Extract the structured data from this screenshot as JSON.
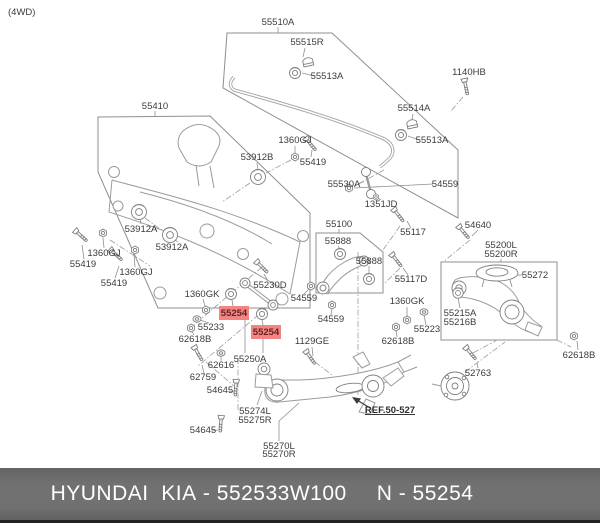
{
  "variant_note": "(4WD)",
  "highlighted_part": "55254",
  "colors": {
    "highlight_bg": "#f28484",
    "highlight_text": "#69211f",
    "diagram_line": "#9b9b9b",
    "box_line": "#8f8f8f",
    "label_text": "#3b3b3b",
    "footer_bg": "#6c6c6c",
    "footer_text": "#ffffff"
  },
  "footer": {
    "brand": "HYUNDAI  KIA",
    "separator": " - ",
    "part_number": "552533W100",
    "ref": "N - 55254"
  },
  "diagram": {
    "labels": [
      {
        "text": "(4WD)"
      },
      {
        "text": "55510A"
      },
      {
        "text": "55515R"
      },
      {
        "text": "55513A"
      },
      {
        "text": "1140HB"
      },
      {
        "text": "55514A"
      },
      {
        "text": "55513A"
      },
      {
        "text": "55410"
      },
      {
        "text": "53912B"
      },
      {
        "text": "1360GJ"
      },
      {
        "text": "55419"
      },
      {
        "text": "53912A"
      },
      {
        "text": "53912A"
      },
      {
        "text": "1360GJ"
      },
      {
        "text": "55419"
      },
      {
        "text": "1360GJ"
      },
      {
        "text": "55419"
      },
      {
        "text": "55530A"
      },
      {
        "text": "54559"
      },
      {
        "text": "1351JD"
      },
      {
        "text": "55100"
      },
      {
        "text": "55117"
      },
      {
        "text": "55888"
      },
      {
        "text": "55888"
      },
      {
        "text": "55117D"
      },
      {
        "text": "54640"
      },
      {
        "text": "55200L"
      },
      {
        "text": "55200R"
      },
      {
        "text": "55272"
      },
      {
        "text": "55215A"
      },
      {
        "text": "55216B"
      },
      {
        "text": "1360GK"
      },
      {
        "text": "55254",
        "highlight": true
      },
      {
        "text": "55254",
        "highlight": true
      },
      {
        "text": "55233"
      },
      {
        "text": "62618B"
      },
      {
        "text": "62616"
      },
      {
        "text": "62759"
      },
      {
        "text": "55250A"
      },
      {
        "text": "54559"
      },
      {
        "text": "54559"
      },
      {
        "text": "1129GE"
      },
      {
        "text": "1360GK"
      },
      {
        "text": "55223"
      },
      {
        "text": "62618B"
      },
      {
        "text": "54645"
      },
      {
        "text": "54645"
      },
      {
        "text": "55274L"
      },
      {
        "text": "55275R"
      },
      {
        "text": "55270L"
      },
      {
        "text": "55270R"
      },
      {
        "text": "REF.50-527"
      },
      {
        "text": "52763"
      },
      {
        "text": "62618B"
      },
      {
        "text": "55230D"
      }
    ]
  }
}
